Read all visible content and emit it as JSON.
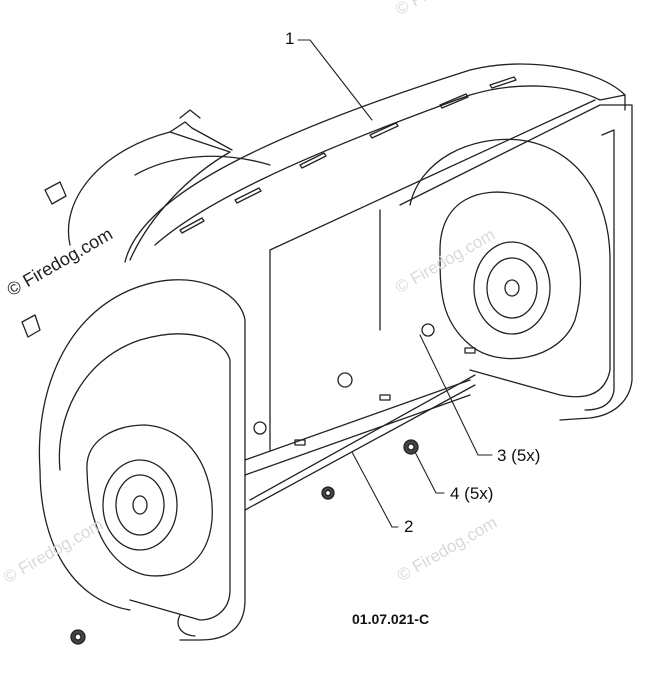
{
  "callouts": {
    "c1": "1",
    "c2": "2",
    "c3": "3 (5x)",
    "c4": "4 (5x)"
  },
  "figure_code": "01.07.021-C",
  "watermark": "© Firedog.com",
  "colors": {
    "line": "#222222",
    "watermark_faint": "#d9d9d9",
    "background": "#ffffff"
  }
}
